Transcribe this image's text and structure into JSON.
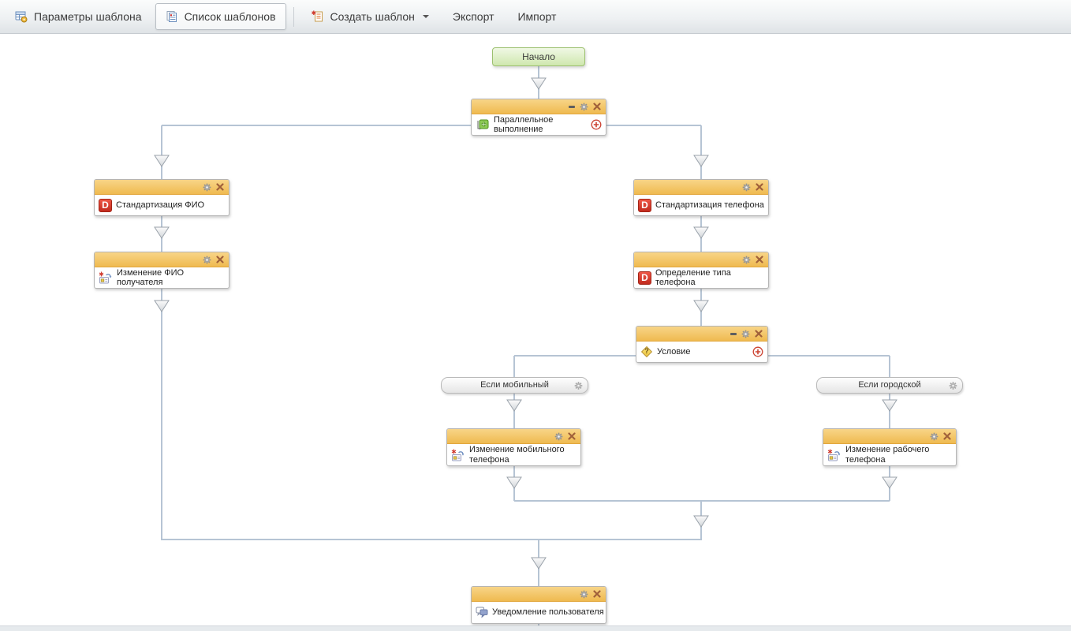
{
  "toolbar": {
    "buttons": [
      {
        "label": "Параметры шаблона",
        "icon": "template-params-icon"
      },
      {
        "label": "Список шаблонов",
        "icon": "template-list-icon",
        "active": true
      },
      {
        "label": "Создать шаблон",
        "icon": "create-template-icon",
        "dropdown": true
      },
      {
        "label": "Экспорт"
      },
      {
        "label": "Импорт"
      }
    ]
  },
  "diagram": {
    "start": {
      "label": "Начало"
    },
    "nodes": {
      "parallel": {
        "label": "Параллельное выполнение",
        "icon": "parallel-execution-icon",
        "tools": [
          "minimize",
          "settings",
          "close"
        ],
        "can_add_branch": true
      },
      "std_fio": {
        "label": "Стандартизация ФИО",
        "icon": "dadata-icon",
        "tools": [
          "settings",
          "close"
        ]
      },
      "change_fio": {
        "label": "Изменение ФИО получателя",
        "icon": "edit-field-icon",
        "tools": [
          "settings",
          "close"
        ]
      },
      "std_phone": {
        "label": "Стандартизация телефона",
        "icon": "dadata-icon",
        "tools": [
          "settings",
          "close"
        ]
      },
      "phone_type": {
        "label": "Определение типа телефона",
        "icon": "dadata-icon",
        "tools": [
          "settings",
          "close"
        ]
      },
      "condition": {
        "label": "Условие",
        "icon": "condition-icon",
        "tools": [
          "minimize",
          "settings",
          "close"
        ],
        "can_add_branch": true
      },
      "branch_mobile": {
        "label": "Если мобильный",
        "icon": "gear-icon"
      },
      "branch_city": {
        "label": "Если городской",
        "icon": "gear-icon"
      },
      "change_mobile": {
        "label": "Изменение мобильного телефона",
        "icon": "edit-field-icon",
        "tools": [
          "settings",
          "close"
        ]
      },
      "change_work": {
        "label": "Изменение рабочего телефона",
        "icon": "edit-field-icon",
        "tools": [
          "settings",
          "close"
        ]
      },
      "notify": {
        "label": "Уведомление пользователя",
        "icon": "notification-icon",
        "tools": [
          "settings",
          "close"
        ]
      }
    }
  },
  "icons": {
    "dadata_letter": "D",
    "question_mark": "?"
  },
  "colors": {
    "node_header": "#f2c15e",
    "connector": "#b6c4d4",
    "start_fill": "#d8ecba",
    "start_border": "#9cc06f",
    "close_icon": "#a0603a",
    "dadata_red": "#d63429",
    "add_branch": "#cc4433"
  }
}
